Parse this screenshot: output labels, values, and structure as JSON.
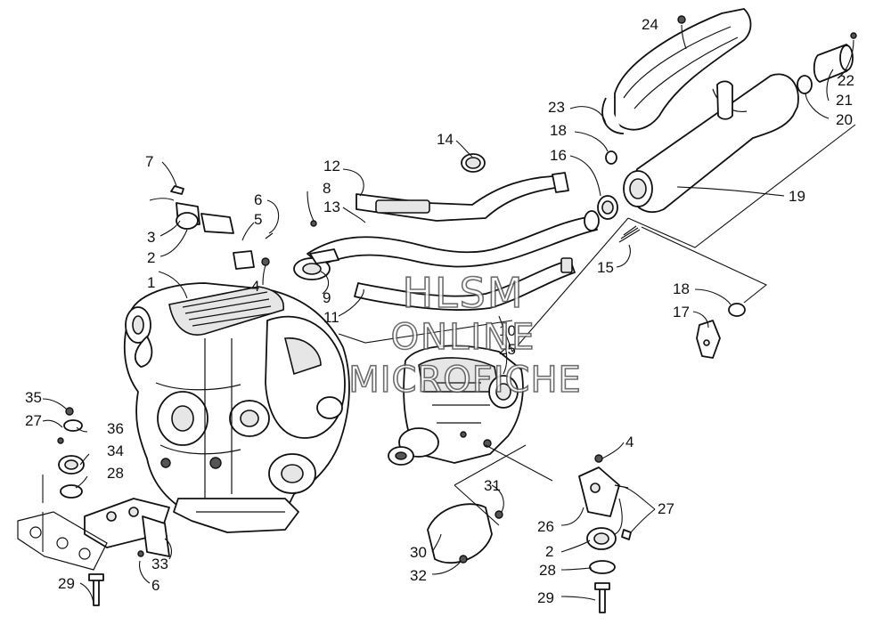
{
  "callouts": [
    "1",
    "2",
    "3",
    "4",
    "5",
    "6",
    "7",
    "8",
    "9",
    "10",
    "11",
    "12",
    "13",
    "14",
    "15",
    "16",
    "17",
    "18",
    "18",
    "19",
    "20",
    "21",
    "22",
    "23",
    "24",
    "25",
    "26",
    "27",
    "27",
    "28",
    "28",
    "29",
    "29",
    "30",
    "31",
    "32",
    "33",
    "34",
    "35",
    "36",
    "2",
    "4",
    "6"
  ],
  "watermark": {
    "line1": "HLSM",
    "line2": "ONLINE",
    "line3": "MICROFICHE"
  }
}
